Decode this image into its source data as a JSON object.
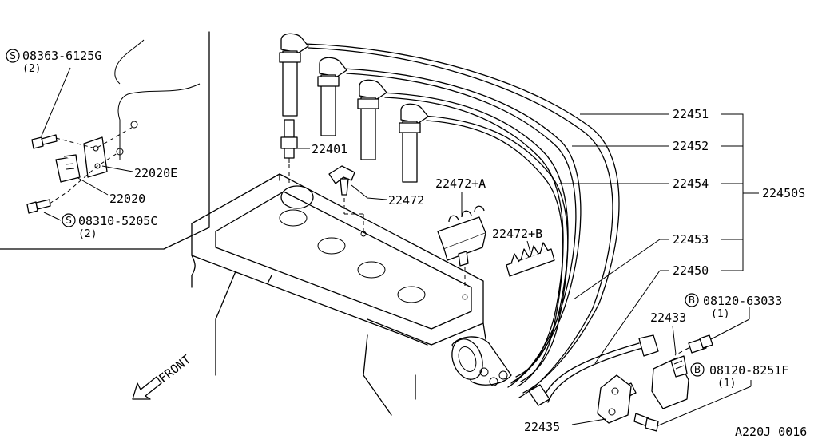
{
  "labels": {
    "p22451": "22451",
    "p22452": "22452",
    "p22454": "22454",
    "p22453": "22453",
    "p22450": "22450",
    "p22450S": "22450S",
    "p22401": "22401",
    "p22472": "22472",
    "p22472A": "22472+A",
    "p22472B": "22472+B",
    "p22020E": "22020E",
    "p22020": "22020",
    "p22433": "22433",
    "p22435": "22435",
    "s1_code": "08363-6125G",
    "s1_qty": "(2)",
    "s2_code": "08310-5205C",
    "s2_qty": "(2)",
    "b1_code": "08120-63033",
    "b1_qty": "(1)",
    "b2_code": "08120-8251F",
    "b2_qty": "(1)",
    "front": "FRONT",
    "diagram_id": "A220J 0016"
  },
  "symbols": {
    "s_prefix": "S",
    "b_prefix": "B"
  }
}
